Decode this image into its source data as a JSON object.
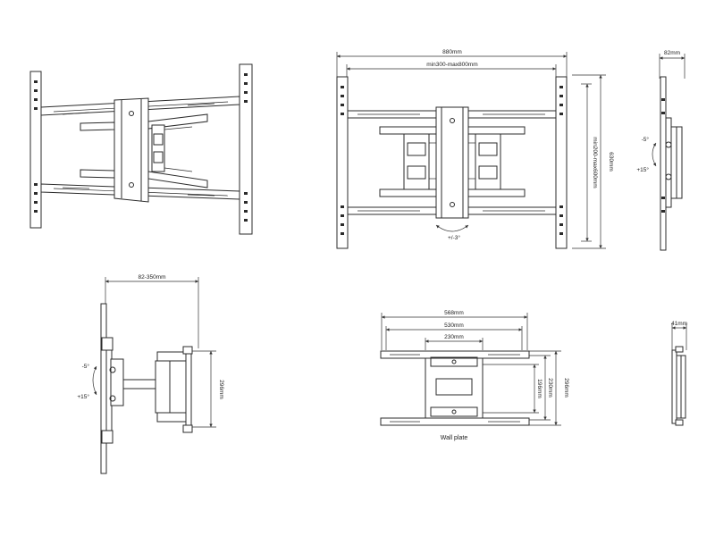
{
  "front_view": {
    "width_label": "880mm",
    "arm_span_label": "min300-max800mm",
    "height_label": "630mm",
    "rail_span_label": "min200-max600mm",
    "rotation_label": "+/-3°"
  },
  "side_view_right": {
    "depth_label": "82mm",
    "tilt_down_label": "-5°",
    "tilt_up_label": "+15°"
  },
  "side_view_extended": {
    "extension_label": "82-350mm",
    "height_label": "296mm",
    "tilt_down_label": "-5°",
    "tilt_up_label": "+15°"
  },
  "wall_plate": {
    "width_outer_label": "568mm",
    "width_mid_label": "530mm",
    "width_inner_label": "230mm",
    "height_outer_label": "296mm",
    "height_mid_label": "230mm",
    "height_inner_label": "196mm",
    "caption": "Wall plate"
  },
  "wall_plate_side": {
    "depth_label": "41mm"
  }
}
